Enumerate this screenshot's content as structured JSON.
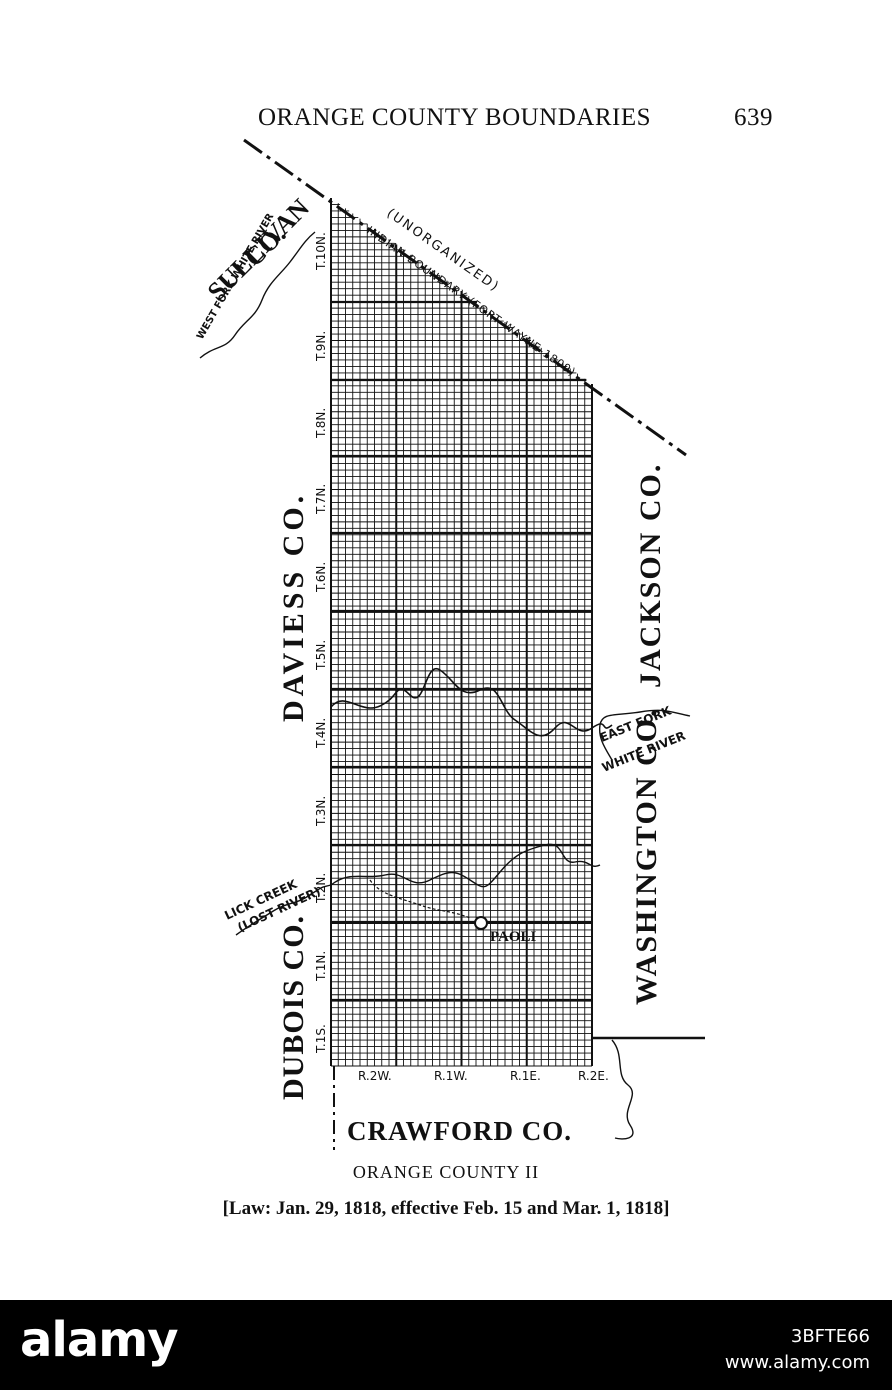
{
  "header": {
    "title": "ORANGE COUNTY BOUNDARIES",
    "page_number": "639"
  },
  "map": {
    "neighbors": {
      "sullivan": [
        "SULLIVAN",
        "CO."
      ],
      "daviess": "DAVIESS   CO.",
      "jackson": "JACKSON   CO.",
      "washington": "WASHINGTON CO.",
      "dubois": "DUBOIS CO.",
      "crawford": "CRAWFORD CO."
    },
    "unorganized": "(UNORGANIZED)",
    "indian_boundary": "INDIAN BOUNDARY (FORT WAYNE-1809)",
    "rivers": {
      "west_fork": "WEST FORK WHITE RIVER",
      "east_fork_1": "EAST FORK",
      "east_fork_2": "WHITE RIVER",
      "lick_creek_1": "LICK CREEK",
      "lick_creek_2": "(LOST RIVER)"
    },
    "town": "PAOLI",
    "townships": [
      "T.10N.",
      "T.9N.",
      "T.8N.",
      "T.7N.",
      "T.6N.",
      "T.5N.",
      "T.4N.",
      "T.3N.",
      "T.2N.",
      "T.1N.",
      "T.1S."
    ],
    "ranges": [
      "R.2W.",
      "R.1W.",
      "R.1E.",
      "R.2E."
    ]
  },
  "caption": {
    "title": "ORANGE COUNTY II",
    "law": "[Law:  Jan. 29, 1818, effective Feb. 15 and Mar. 1, 1818]"
  },
  "footer": {
    "brand": "alamy",
    "image_id": "3BFTE66",
    "url": "www.alamy.com"
  }
}
